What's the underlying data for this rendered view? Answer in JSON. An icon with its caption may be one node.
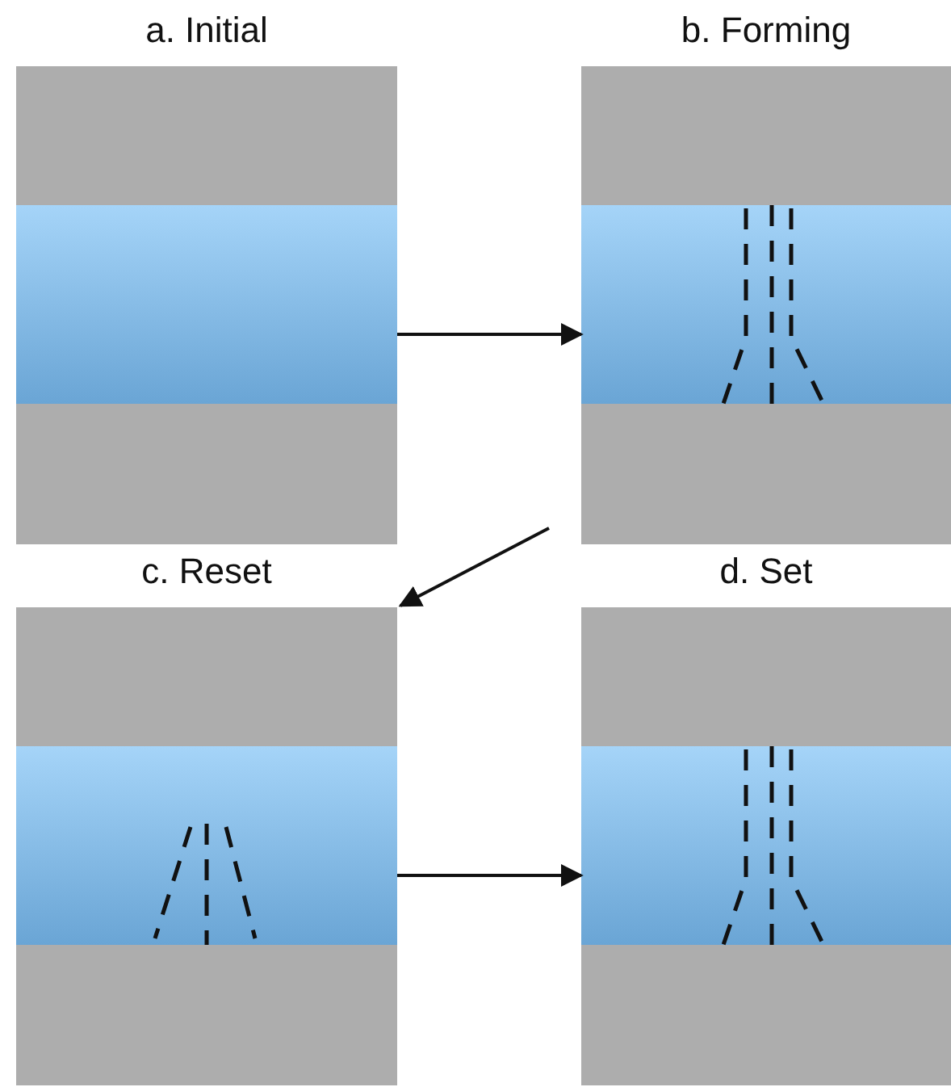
{
  "diagram": {
    "nodes": [
      {
        "text": [
          "a. Initial"
        ]
      },
      {
        "text": [
          "b. Forming"
        ]
      },
      {
        "text": [
          "c. Reset"
        ]
      },
      {
        "text": [
          "d. Set"
        ]
      }
    ],
    "edges": [
      {
        "from": 0,
        "to": 1,
        "arrow": "to"
      },
      {
        "from": 1,
        "to": 2,
        "arrow": "to"
      },
      {
        "from": 2,
        "to": 3,
        "arrow": "to"
      }
    ]
  }
}
